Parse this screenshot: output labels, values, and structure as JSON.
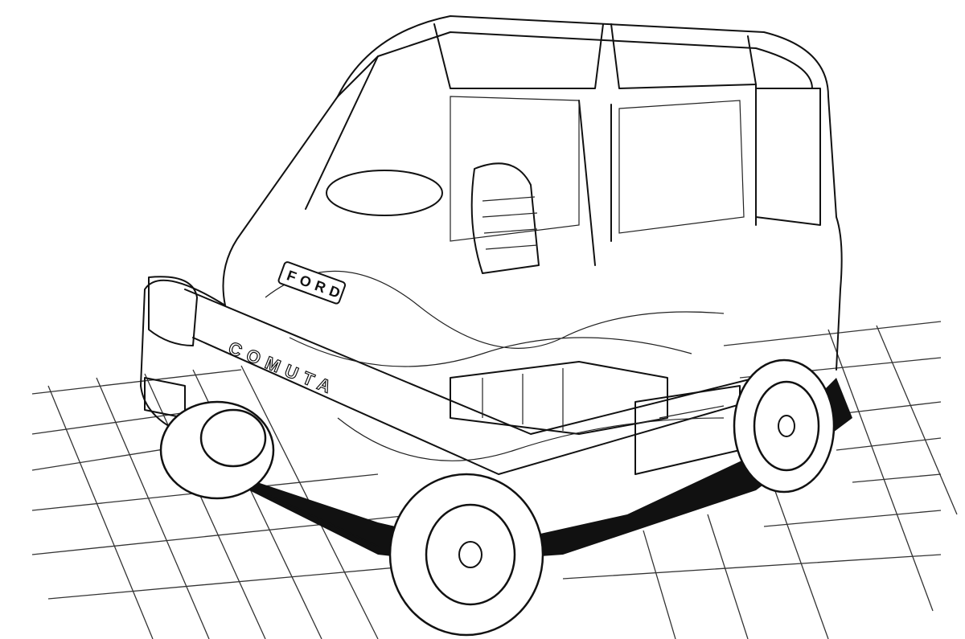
{
  "illustration": {
    "subject": "Cutaway drawing of a small electric city car",
    "labels": {
      "dashboard_badge": "FORD",
      "body_lettering": "COMUTA"
    },
    "colors": {
      "ink": "#111111",
      "paper": "#ffffff"
    }
  }
}
